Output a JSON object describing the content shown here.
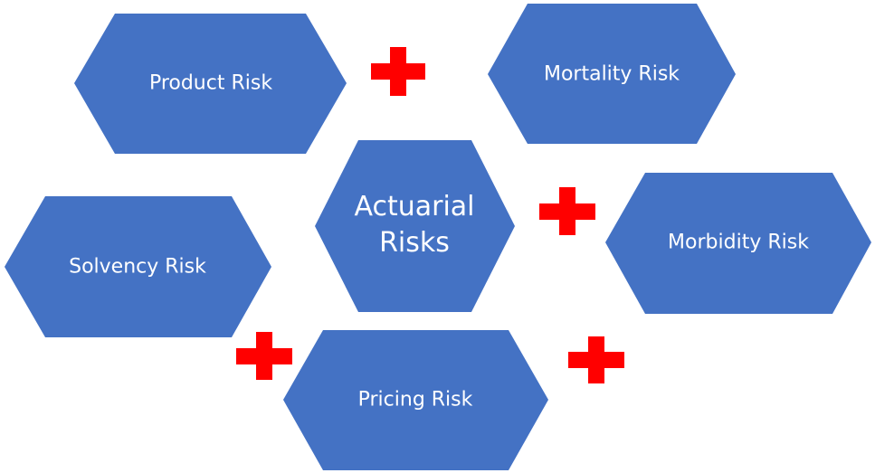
{
  "colors": {
    "hexagon": "#4472C4",
    "plus": "#FF0000",
    "text": "#FFFFFF"
  },
  "center": {
    "line1": "Actuarial",
    "line2": "Risks"
  },
  "risks": {
    "product": "Product Risk",
    "mortality": "Mortality Risk",
    "solvency": "Solvency Risk",
    "morbidity": "Morbidity Risk",
    "pricing": "Pricing Risk"
  },
  "plus_icon": "plus-icon"
}
